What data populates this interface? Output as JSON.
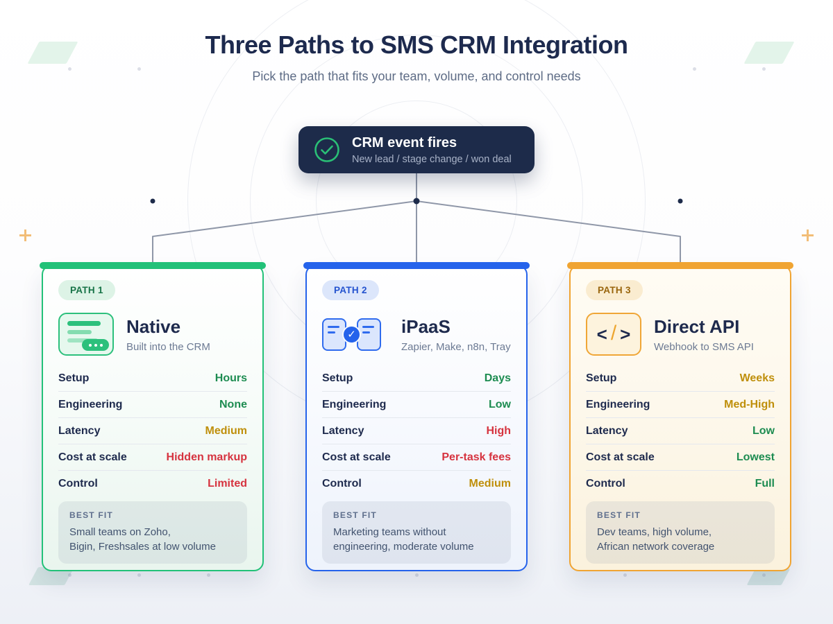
{
  "header": {
    "title": "Three Paths to SMS CRM Integration",
    "subtitle": "Pick the path that fits your team, volume, and control needs"
  },
  "event_badge": {
    "title": "CRM event fires",
    "subtitle": "New lead / stage change / won deal"
  },
  "best_fit_label": "BEST FIT",
  "row_labels": [
    "Setup",
    "Engineering",
    "Latency",
    "Cost at scale",
    "Control"
  ],
  "status_colors": {
    "good": "#1d8c51",
    "warn": "#bf8f0b",
    "bad": "#d6333f"
  },
  "accent_colors": {
    "path1": "#22c178",
    "path2": "#2563eb",
    "path3": "#f0a432"
  },
  "cards": [
    {
      "path_label": "PATH 1",
      "title": "Native",
      "subtitle": "Built into the CRM",
      "icon": "message-list-icon",
      "rows": [
        {
          "value": "Hours",
          "color": "#1d8c51"
        },
        {
          "value": "None",
          "color": "#1d8c51"
        },
        {
          "value": "Medium",
          "color": "#bf8f0b"
        },
        {
          "value": "Hidden markup",
          "color": "#d6333f"
        },
        {
          "value": "Limited",
          "color": "#d6333f"
        }
      ],
      "best_fit": "Small teams on Zoho,\nBigin, Freshsales at low volume"
    },
    {
      "path_label": "PATH 2",
      "title": "iPaaS",
      "subtitle": "Zapier, Make, n8n, Tray",
      "icon": "connector-check-icon",
      "rows": [
        {
          "value": "Days",
          "color": "#1d8c51"
        },
        {
          "value": "Low",
          "color": "#1d8c51"
        },
        {
          "value": "High",
          "color": "#d6333f"
        },
        {
          "value": "Per-task fees",
          "color": "#d6333f"
        },
        {
          "value": "Medium",
          "color": "#bf8f0b"
        }
      ],
      "best_fit": "Marketing teams without\nengineering, moderate volume"
    },
    {
      "path_label": "PATH 3",
      "title": "Direct API",
      "subtitle": "Webhook to SMS API",
      "icon": "code-icon",
      "rows": [
        {
          "value": "Weeks",
          "color": "#bf8f0b"
        },
        {
          "value": "Med-High",
          "color": "#bf8f0b"
        },
        {
          "value": "Low",
          "color": "#1d8c51"
        },
        {
          "value": "Lowest",
          "color": "#1d8c51"
        },
        {
          "value": "Full",
          "color": "#1d8c51"
        }
      ],
      "best_fit": "Dev teams, high volume,\nAfrican network coverage"
    }
  ],
  "icon_glyphs": {
    "check": "✓",
    "angle_left": "<",
    "slash": "/",
    "angle_right": ">"
  }
}
